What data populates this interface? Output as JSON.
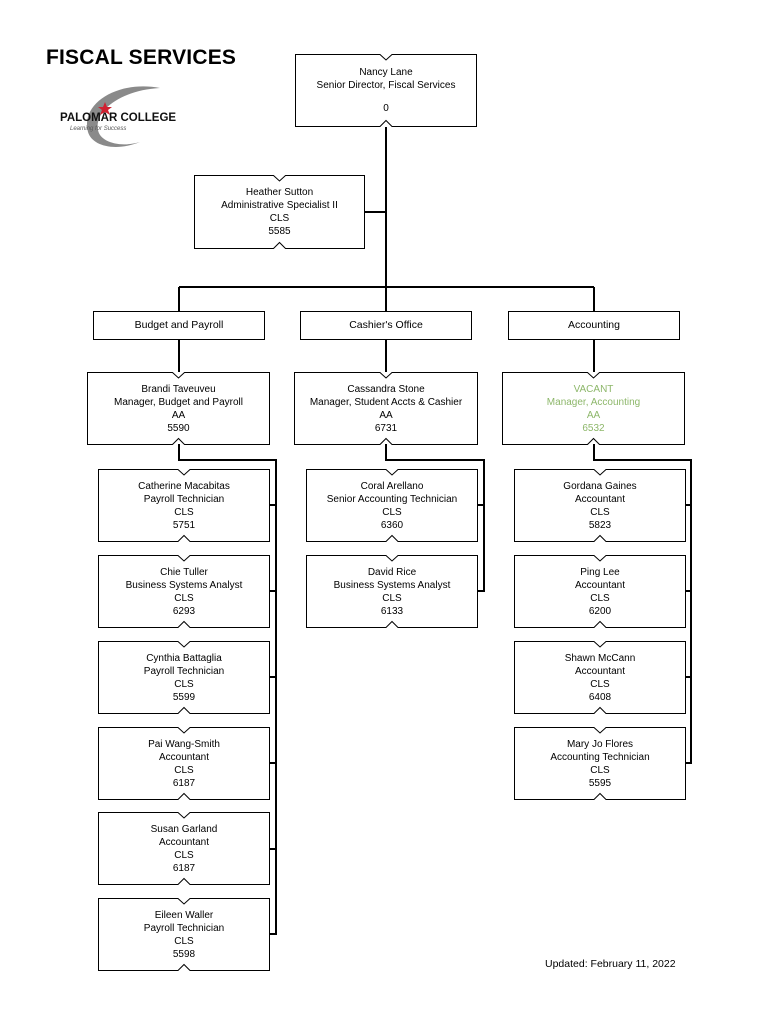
{
  "page_title": "FISCAL SERVICES",
  "logo": {
    "name": "PALOMAR COLLEGE",
    "tagline": "Learning for Success"
  },
  "director": {
    "name": "Nancy Lane",
    "title": "Senior Director, Fiscal Services",
    "number": "0"
  },
  "assistant": {
    "name": "Heather Sutton",
    "title": "Administrative Specialist II",
    "class": "CLS",
    "number": "5585"
  },
  "departments": [
    {
      "label": "Budget and Payroll",
      "manager": {
        "name": "Brandi Taveuveu",
        "title": "Manager, Budget and Payroll",
        "class": "AA",
        "number": "5590"
      },
      "staff": [
        {
          "name": "Catherine Macabitas",
          "title": "Payroll Technician",
          "class": "CLS",
          "number": "5751"
        },
        {
          "name": "Chie Tuller",
          "title": "Business Systems Analyst",
          "class": "CLS",
          "number": "6293"
        },
        {
          "name": "Cynthia Battaglia",
          "title": "Payroll Technician",
          "class": "CLS",
          "number": "5599"
        },
        {
          "name": "Pai Wang-Smith",
          "title": "Accountant",
          "class": "CLS",
          "number": "6187"
        },
        {
          "name": "Susan Garland",
          "title": "Accountant",
          "class": "CLS",
          "number": "6187"
        },
        {
          "name": "Eileen Waller",
          "title": "Payroll Technician",
          "class": "CLS",
          "number": "5598"
        }
      ]
    },
    {
      "label": "Cashier's Office",
      "manager": {
        "name": "Cassandra Stone",
        "title": "Manager, Student Accts & Cashier",
        "class": "AA",
        "number": "6731"
      },
      "staff": [
        {
          "name": "Coral Arellano",
          "title": "Senior Accounting Technician",
          "class": "CLS",
          "number": "6360"
        },
        {
          "name": "David Rice",
          "title": "Business Systems Analyst",
          "class": "CLS",
          "number": "6133"
        }
      ]
    },
    {
      "label": "Accounting",
      "manager": {
        "name": "VACANT",
        "title": "Manager, Accounting",
        "class": "AA",
        "number": "6532",
        "vacant_color": "#8db76a"
      },
      "staff": [
        {
          "name": "Gordana Gaines",
          "title": "Accountant",
          "class": "CLS",
          "number": "5823"
        },
        {
          "name": "Ping Lee",
          "title": "Accountant",
          "class": "CLS",
          "number": "6200"
        },
        {
          "name": "Shawn McCann",
          "title": "Accountant",
          "class": "CLS",
          "number": "6408"
        },
        {
          "name": "Mary Jo Flores",
          "title": "Accounting Technician",
          "class": "CLS",
          "number": "5595"
        }
      ]
    }
  ],
  "updated": "Updated: February 11, 2022"
}
